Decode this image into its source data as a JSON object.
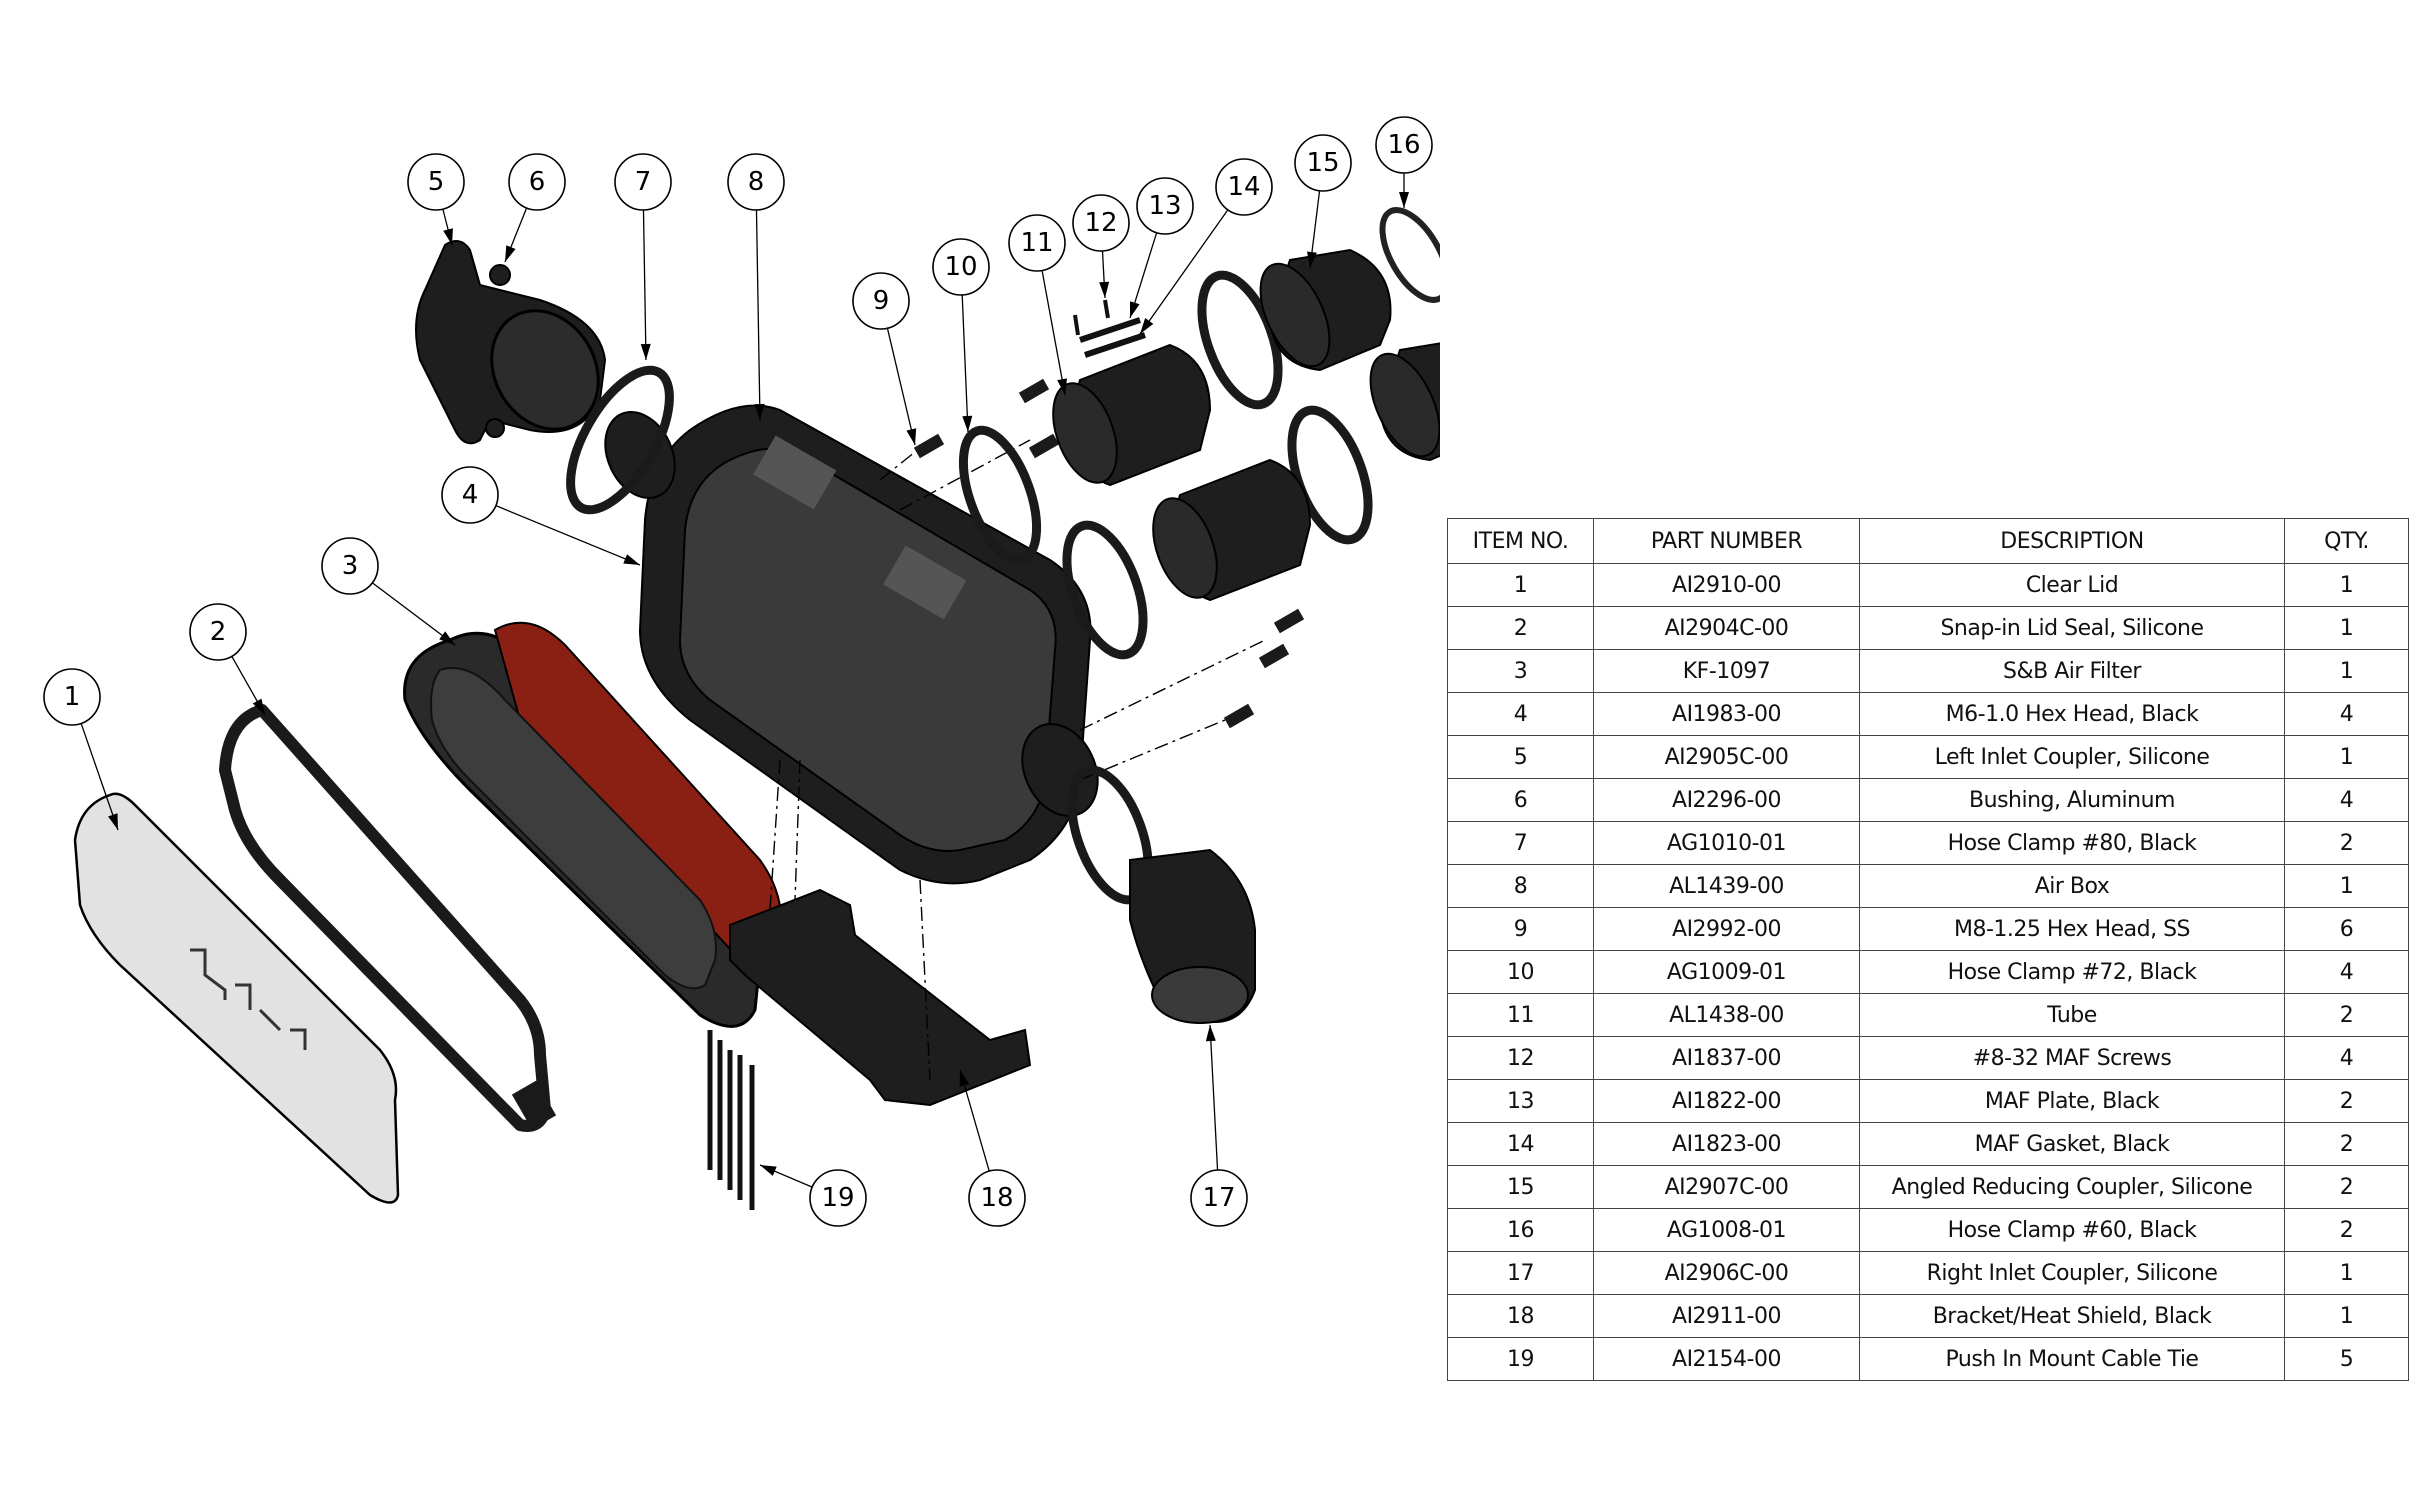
{
  "drawing": {
    "title_hidden": "Air Box Exploded Assembly",
    "callouts": [
      "1",
      "2",
      "3",
      "4",
      "5",
      "6",
      "7",
      "8",
      "9",
      "10",
      "11",
      "12",
      "13",
      "14",
      "15",
      "16",
      "17",
      "18",
      "19"
    ],
    "colors": {
      "filter_media": "#8a1f14",
      "lid": "#e2e2e2",
      "part": "#1e1e1e"
    }
  },
  "bom": {
    "headers": {
      "item": "ITEM NO.",
      "part": "PART NUMBER",
      "desc": "DESCRIPTION",
      "qty": "QTY."
    },
    "rows": [
      {
        "item": "1",
        "part": "AI2910-00",
        "desc": "Clear Lid",
        "qty": "1"
      },
      {
        "item": "2",
        "part": "AI2904C-00",
        "desc": "Snap-in Lid Seal, Silicone",
        "qty": "1"
      },
      {
        "item": "3",
        "part": "KF-1097",
        "desc": "S&B Air Filter",
        "qty": "1"
      },
      {
        "item": "4",
        "part": "AI1983-00",
        "desc": "M6-1.0 Hex Head, Black",
        "qty": "4"
      },
      {
        "item": "5",
        "part": "AI2905C-00",
        "desc": "Left Inlet Coupler, Silicone",
        "qty": "1"
      },
      {
        "item": "6",
        "part": "AI2296-00",
        "desc": "Bushing, Aluminum",
        "qty": "4"
      },
      {
        "item": "7",
        "part": "AG1010-01",
        "desc": "Hose Clamp #80, Black",
        "qty": "2"
      },
      {
        "item": "8",
        "part": "AL1439-00",
        "desc": "Air Box",
        "qty": "1"
      },
      {
        "item": "9",
        "part": "AI2992-00",
        "desc": "M8-1.25 Hex Head, SS",
        "qty": "6"
      },
      {
        "item": "10",
        "part": "AG1009-01",
        "desc": "Hose Clamp #72, Black",
        "qty": "4"
      },
      {
        "item": "11",
        "part": "AL1438-00",
        "desc": "Tube",
        "qty": "2"
      },
      {
        "item": "12",
        "part": "AI1837-00",
        "desc": "#8-32 MAF Screws",
        "qty": "4"
      },
      {
        "item": "13",
        "part": "AI1822-00",
        "desc": "MAF Plate, Black",
        "qty": "2"
      },
      {
        "item": "14",
        "part": "AI1823-00",
        "desc": "MAF Gasket, Black",
        "qty": "2"
      },
      {
        "item": "15",
        "part": "AI2907C-00",
        "desc": "Angled Reducing Coupler, Silicone",
        "qty": "2"
      },
      {
        "item": "16",
        "part": "AG1008-01",
        "desc": "Hose Clamp #60, Black",
        "qty": "2"
      },
      {
        "item": "17",
        "part": "AI2906C-00",
        "desc": "Right Inlet Coupler, Silicone",
        "qty": "1"
      },
      {
        "item": "18",
        "part": "AI2911-00",
        "desc": "Bracket/Heat Shield, Black",
        "qty": "1"
      },
      {
        "item": "19",
        "part": "AI2154-00",
        "desc": "Push In Mount Cable Tie",
        "qty": "5"
      }
    ]
  }
}
